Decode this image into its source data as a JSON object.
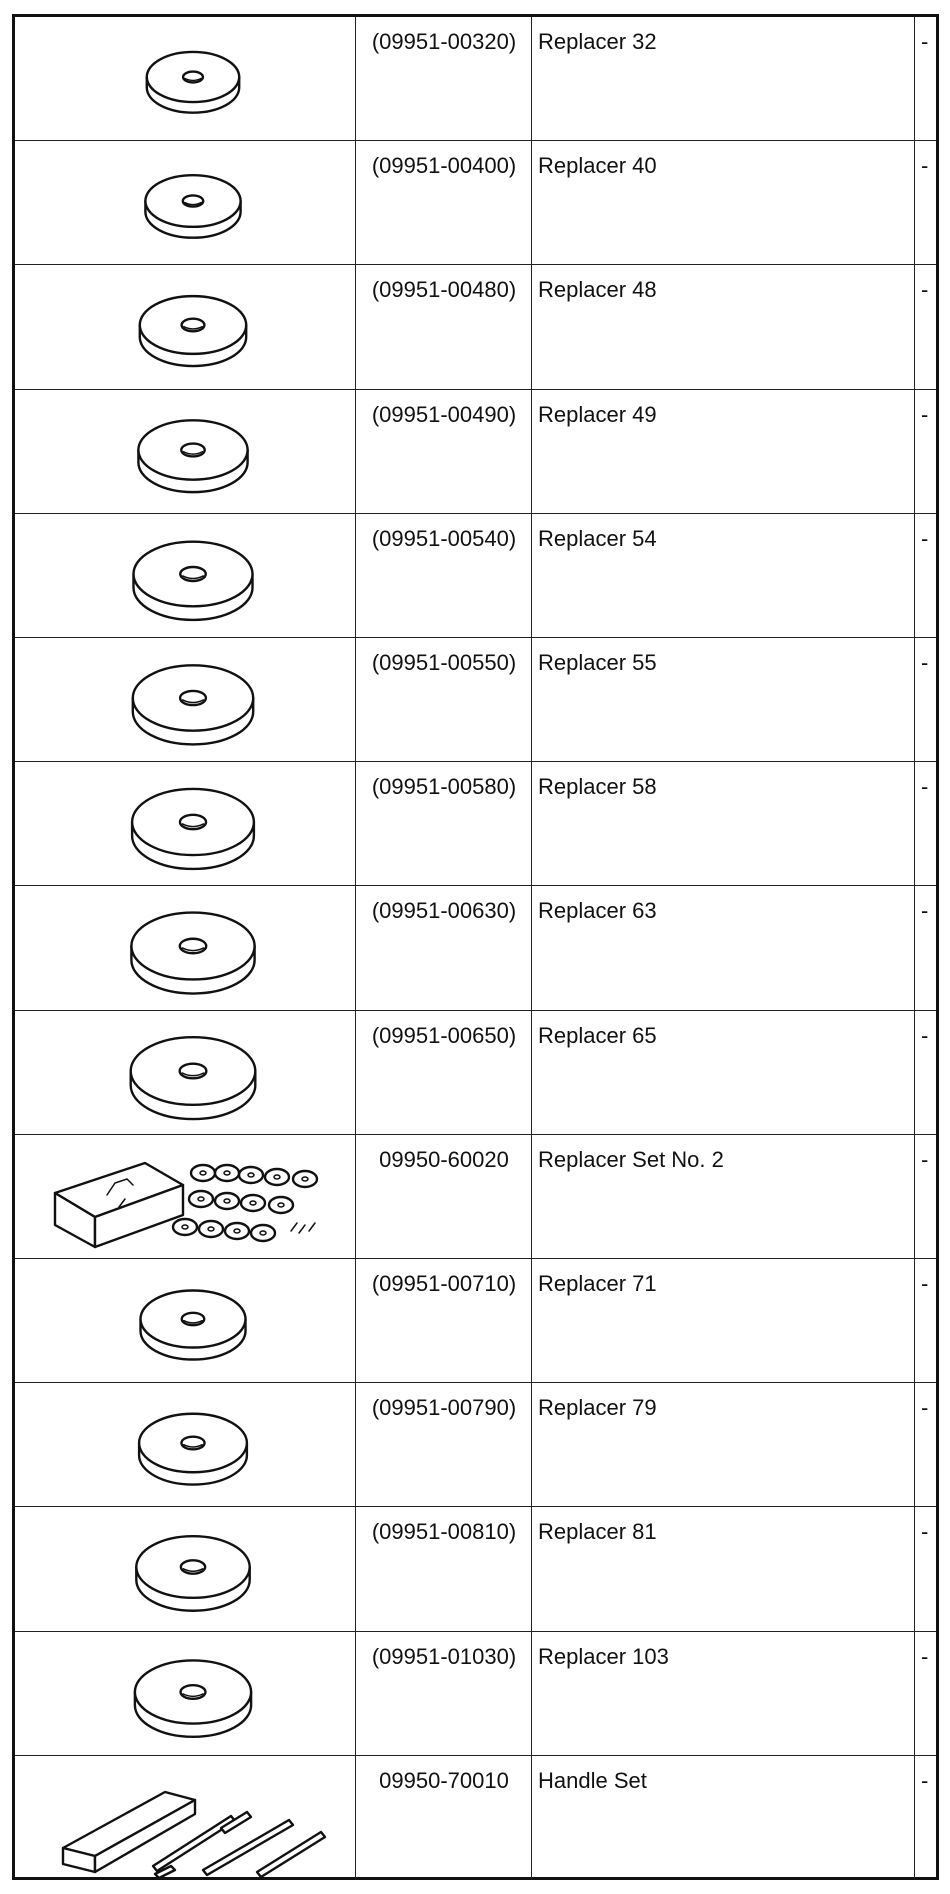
{
  "rows": [
    {
      "image": "replacer-disc-icon",
      "part_no": "(09951-00320)",
      "name": "Replacer 32",
      "note": "-",
      "disc_scale": 0.66
    },
    {
      "image": "replacer-disc-icon",
      "part_no": "(09951-00400)",
      "name": "Replacer 40",
      "note": "-",
      "disc_scale": 0.68
    },
    {
      "image": "replacer-disc-icon",
      "part_no": "(09951-00480)",
      "name": "Replacer 48",
      "note": "-",
      "disc_scale": 0.76
    },
    {
      "image": "replacer-disc-icon",
      "part_no": "(09951-00490)",
      "name": "Replacer 49",
      "note": "-",
      "disc_scale": 0.78
    },
    {
      "image": "replacer-disc-icon",
      "part_no": "(09951-00540)",
      "name": "Replacer 54",
      "note": "-",
      "disc_scale": 0.85
    },
    {
      "image": "replacer-disc-icon",
      "part_no": "(09951-00550)",
      "name": "Replacer 55",
      "note": "-",
      "disc_scale": 0.86
    },
    {
      "image": "replacer-disc-icon",
      "part_no": "(09951-00580)",
      "name": "Replacer 58",
      "note": "-",
      "disc_scale": 0.87
    },
    {
      "image": "replacer-disc-icon",
      "part_no": "(09951-00630)",
      "name": "Replacer 63",
      "note": "-",
      "disc_scale": 0.88
    },
    {
      "image": "replacer-disc-icon",
      "part_no": "(09951-00650)",
      "name": "Replacer 65",
      "note": "-",
      "disc_scale": 0.89
    },
    {
      "image": "replacer-set-case-icon",
      "part_no": "09950-60020",
      "name": "Replacer Set No. 2",
      "note": "-"
    },
    {
      "image": "replacer-disc-icon",
      "part_no": "(09951-00710)",
      "name": "Replacer 71",
      "note": "-",
      "disc_scale": 0.75
    },
    {
      "image": "replacer-disc-icon",
      "part_no": "(09951-00790)",
      "name": "Replacer 79",
      "note": "-",
      "disc_scale": 0.77
    },
    {
      "image": "replacer-disc-icon",
      "part_no": "(09951-00810)",
      "name": "Replacer 81",
      "note": "-",
      "disc_scale": 0.81
    },
    {
      "image": "replacer-disc-icon",
      "part_no": "(09951-01030)",
      "name": "Replacer 103",
      "note": "-",
      "disc_scale": 0.83
    },
    {
      "image": "handle-set-icon",
      "part_no": "09950-70010",
      "name": "Handle Set",
      "note": "-"
    }
  ]
}
